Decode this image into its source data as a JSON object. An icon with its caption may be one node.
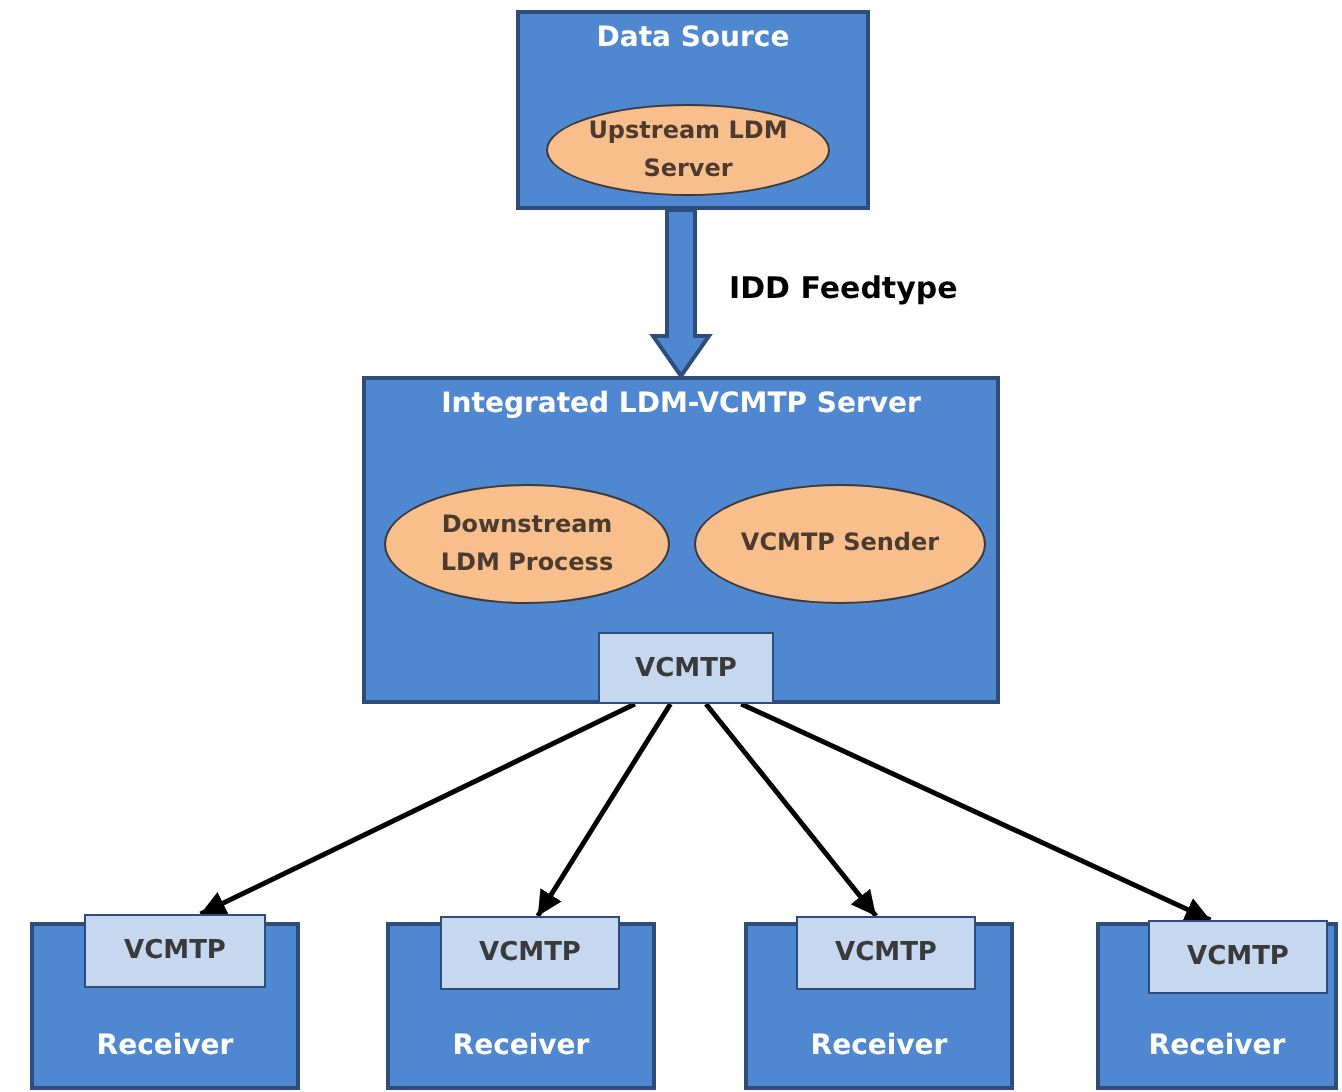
{
  "diagram": {
    "nodes": [
      {
        "text": [
          "Data Source"
        ]
      },
      {
        "text": [
          "Upstream LDM Server"
        ],
        "in": 0
      },
      {
        "text": [
          "Integrated LDM-VCMTP Server"
        ]
      },
      {
        "text": [
          "Downstream LDM Process"
        ],
        "in": 2
      },
      {
        "text": [
          "VCMTP Sender"
        ],
        "in": 2
      },
      {
        "text": [
          "VCMTP"
        ],
        "in": 2
      },
      {
        "text": [
          "Receiver"
        ]
      },
      {
        "text": [
          "VCMTP"
        ],
        "in": 6
      },
      {
        "text": [
          "Receiver"
        ]
      },
      {
        "text": [
          "VCMTP"
        ],
        "in": 8
      },
      {
        "text": [
          "Receiver"
        ]
      },
      {
        "text": [
          "VCMTP"
        ],
        "in": 10
      },
      {
        "text": [
          "Receiver"
        ]
      },
      {
        "text": [
          "VCMTP"
        ],
        "in": 12
      }
    ],
    "edges": [
      {
        "from": 0,
        "to": 2,
        "arrow": "to",
        "label": "IDD Feedtype",
        "style": "thick"
      },
      {
        "from": 5,
        "to": 7,
        "arrow": "to"
      },
      {
        "from": 5,
        "to": 9,
        "arrow": "to"
      },
      {
        "from": 5,
        "to": 11,
        "arrow": "to"
      },
      {
        "from": 5,
        "to": 13,
        "arrow": "to"
      }
    ]
  }
}
